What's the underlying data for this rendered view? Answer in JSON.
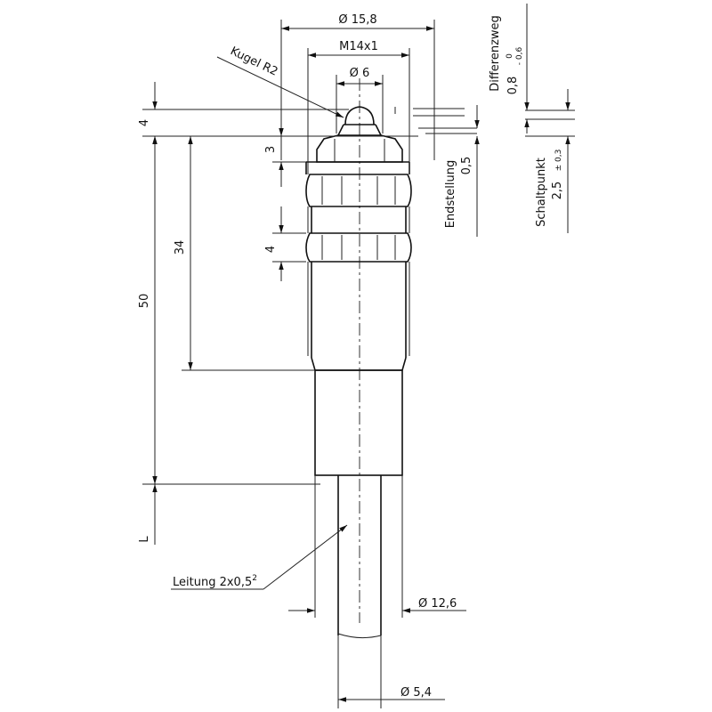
{
  "dimensions": {
    "d_outer": "Ø 15,8",
    "thread": "M14x1",
    "d_ball": "Ø 6",
    "ball_label": "Kugel R2",
    "h_4_top": "4",
    "h_3": "3",
    "h_34": "34",
    "h_4_nut": "4",
    "h_50": "50",
    "length_l": "L",
    "cable_label": "Leitung 2x0,5",
    "cable_exp": "2",
    "d_body": "Ø 12,6",
    "d_cable": "Ø 5,4"
  },
  "right_labels": {
    "diff_title": "Differenzweg",
    "diff_upper": "0",
    "diff_value": "0,8",
    "diff_tol": "- 0,6",
    "end_title": "Endstellung",
    "end_value": "0,5",
    "switch_title": "Schaltpunkt",
    "switch_value": "2,5",
    "switch_tol": "± 0,3"
  }
}
